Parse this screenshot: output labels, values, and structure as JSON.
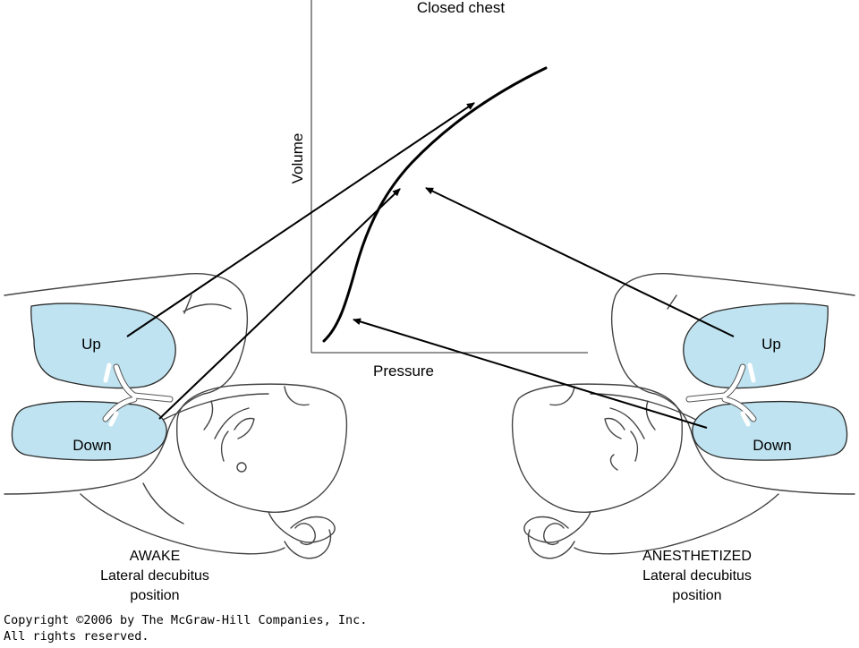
{
  "graph": {
    "title": "Closed chest",
    "x_label": "Pressure",
    "y_label": "Volume"
  },
  "awake": {
    "up_label": "Up",
    "down_label": "Down",
    "caption_line1": "AWAKE",
    "caption_line2": "Lateral decubitus",
    "caption_line3": "position"
  },
  "anesthetized": {
    "up_label": "Up",
    "down_label": "Down",
    "caption_line1": "ANESTHETIZED",
    "caption_line2": "Lateral decubitus",
    "caption_line3": "position"
  },
  "copyright": {
    "line1": "Copyright ©2006 by The McGraw-Hill Companies, Inc.",
    "line2": "All rights reserved."
  },
  "colors": {
    "lung_fill": "#bfe3f0",
    "line": "#000000"
  }
}
